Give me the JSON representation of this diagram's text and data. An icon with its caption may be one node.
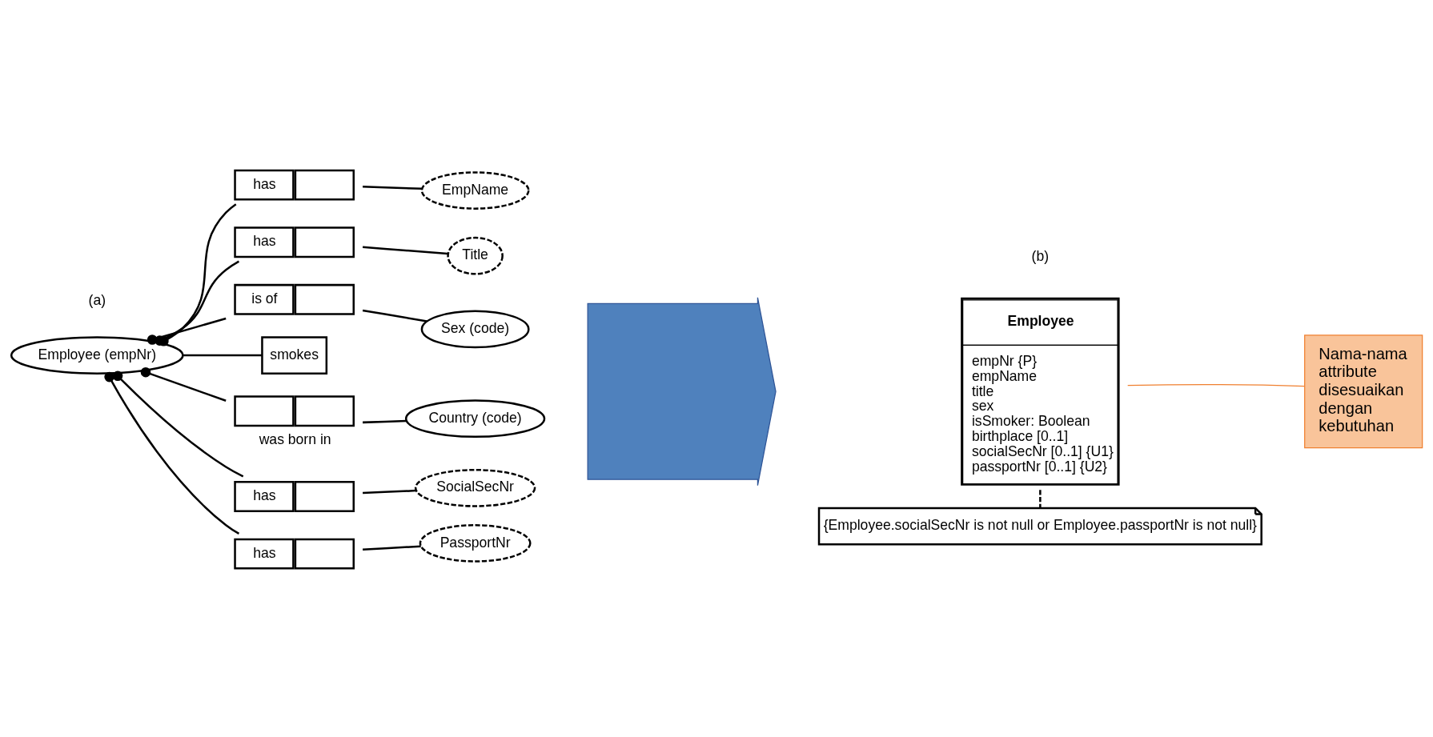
{
  "diagram": {
    "nodes": [
      {
        "text": [
          "Employee (empNr)"
        ]
      },
      {
        "text": [
          "has"
        ]
      },
      {
        "text": [
          "EmpName"
        ]
      },
      {
        "text": [
          "has"
        ]
      },
      {
        "text": [
          "Title"
        ]
      },
      {
        "text": [
          "is of"
        ]
      },
      {
        "text": [
          "Sex (code)"
        ]
      },
      {
        "text": [
          "smokes"
        ]
      },
      {
        "text": [],
        "shape": "box",
        "beside": [
          "was born in"
        ]
      },
      {
        "text": [
          "Country (code)"
        ]
      },
      {
        "text": [
          "has"
        ]
      },
      {
        "text": [
          "SocialSecNr"
        ]
      },
      {
        "text": [
          "has"
        ]
      },
      {
        "text": [
          "PassportNr"
        ]
      },
      {
        "text": [
          "Employee",
          "empNr {P}",
          "empName",
          "title",
          "sex",
          "isSmoker: Boolean",
          "birthplace [0..1]",
          "socialSecNr [0..1] {U1}",
          "passportNr [0..1] {U2}"
        ]
      },
      {
        "text": [
          "{Employee.socialSecNr is not null or Employee.passportNr is not null}"
        ]
      },
      {
        "text": [
          "Nama-nama attribute disesuaikan dengan kebutuhan"
        ]
      },
      {
        "text": [],
        "shape": "arrow"
      }
    ],
    "edges": [
      {
        "from": 0,
        "to": 1,
        "arrow": "other"
      },
      {
        "from": 1,
        "to": 2,
        "arrow": "none"
      },
      {
        "from": 0,
        "to": 3,
        "arrow": "other"
      },
      {
        "from": 3,
        "to": 4,
        "arrow": "none"
      },
      {
        "from": 0,
        "to": 5,
        "arrow": "other"
      },
      {
        "from": 5,
        "to": 6,
        "arrow": "none"
      },
      {
        "from": 0,
        "to": 7,
        "arrow": "none"
      },
      {
        "from": 0,
        "to": 8,
        "arrow": "other"
      },
      {
        "from": 8,
        "to": 9,
        "arrow": "none"
      },
      {
        "from": 0,
        "to": 10,
        "arrow": "other"
      },
      {
        "from": 10,
        "to": 11,
        "arrow": "none"
      },
      {
        "from": 0,
        "to": 12,
        "arrow": "other"
      },
      {
        "from": 12,
        "to": 13,
        "arrow": "none"
      },
      {
        "from": 14,
        "to": 15,
        "arrow": "none",
        "style": "dashed"
      },
      {
        "from": 16,
        "to": 14,
        "arrow": "none",
        "color": "#f08030"
      }
    ],
    "labels": [
      "(a)",
      "(b)"
    ]
  }
}
